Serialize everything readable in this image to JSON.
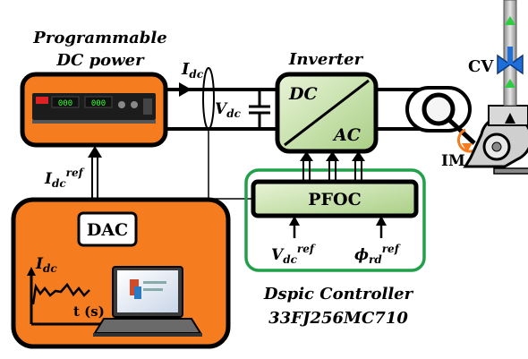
{
  "source": {
    "title_line1": "Programmable",
    "title_line2": "DC power",
    "display_left": "000",
    "display_right": "000"
  },
  "labels": {
    "idc": {
      "base": "I",
      "sub": "dc"
    },
    "idc_ref": {
      "base": "I",
      "sub": "dc",
      "sup": "ref"
    },
    "vdc": {
      "base": "V",
      "sub": "dc"
    },
    "vdc_ref": {
      "base": "V",
      "sub": "dc",
      "sup": "ref"
    },
    "phi_ref": {
      "base": "ϕ",
      "sub": "rd",
      "sup": "ref"
    }
  },
  "inverter": {
    "title": "Inverter",
    "dc": "DC",
    "ac": "AC"
  },
  "motor": {
    "label": "IM"
  },
  "valve": {
    "label": "CV"
  },
  "dac": {
    "label": "DAC",
    "plot_ylabel": {
      "base": "I",
      "sub": "dc"
    },
    "plot_xlabel": "t (s)"
  },
  "pfoc": {
    "label": "PFOC"
  },
  "controller": {
    "line1": "Dspic Controller",
    "line2": "33FJ256MC710"
  },
  "colors": {
    "orange": "#f57c1f",
    "green_light": "#cfe5b0",
    "green_border": "#21a04a",
    "black": "#000000"
  }
}
